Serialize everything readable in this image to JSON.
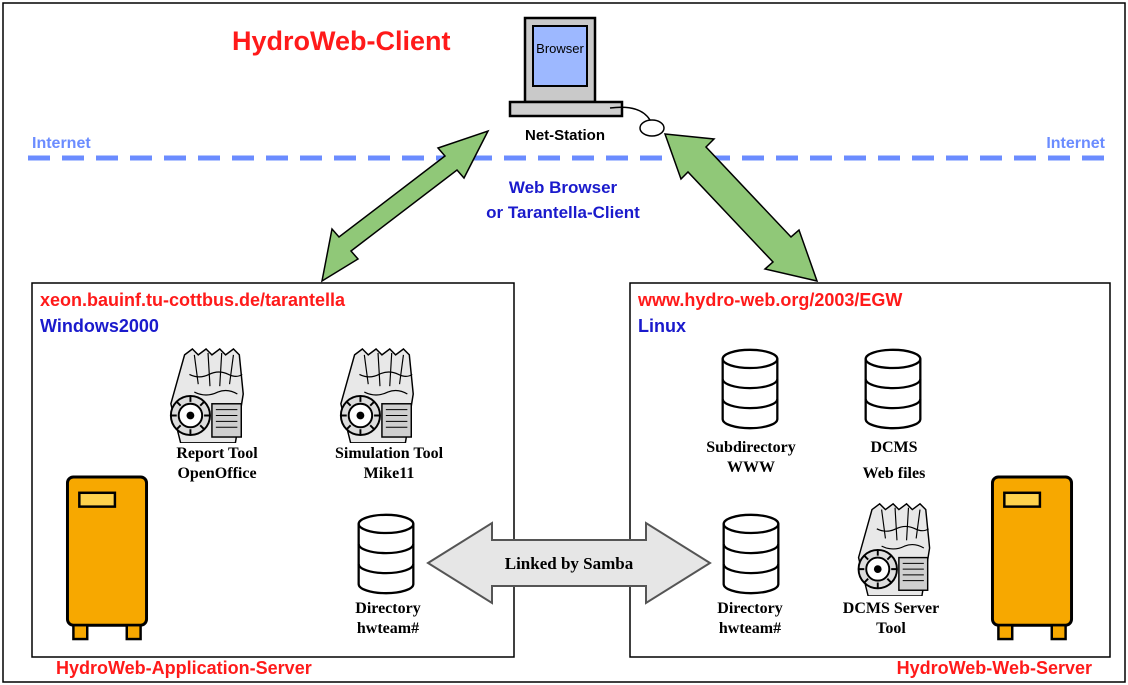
{
  "client": {
    "title": "HydroWeb-Client",
    "monitor_label": "Browser",
    "station_label": "Net-Station"
  },
  "internet": {
    "left_label": "Internet",
    "right_label": "Internet"
  },
  "access": {
    "line1": "Web Browser",
    "line2": "or Tarantella-Client"
  },
  "app_server": {
    "url": "xeon.bauinf.tu-cottbus.de/tarantella",
    "os": "Windows2000",
    "footer": "HydroWeb-Application-Server",
    "tool1": {
      "line1": "Report Tool",
      "line2": "OpenOffice"
    },
    "tool2": {
      "line1": "Simulation Tool",
      "line2": "Mike11"
    },
    "dir": {
      "line1": "Directory",
      "line2": "hwteam#"
    }
  },
  "web_server": {
    "url": "www.hydro-web.org/2003/EGW",
    "os": "Linux",
    "footer": "HydroWeb-Web-Server",
    "db1": {
      "line1": "Subdirectory",
      "line2": "WWW"
    },
    "db2": {
      "line1": "DCMS",
      "line2": "Web files"
    },
    "dir": {
      "line1": "Directory",
      "line2": "hwteam#"
    },
    "tool": {
      "line1": "DCMS Server",
      "line2": "Tool"
    }
  },
  "link": {
    "label": "Linked by Samba"
  },
  "colors": {
    "title_red": "#ff1a1a",
    "blue_text": "#1a1acc",
    "internet_blue": "#6b8cff",
    "arrow_green": "#90c878",
    "server_orange": "#f7a800"
  }
}
